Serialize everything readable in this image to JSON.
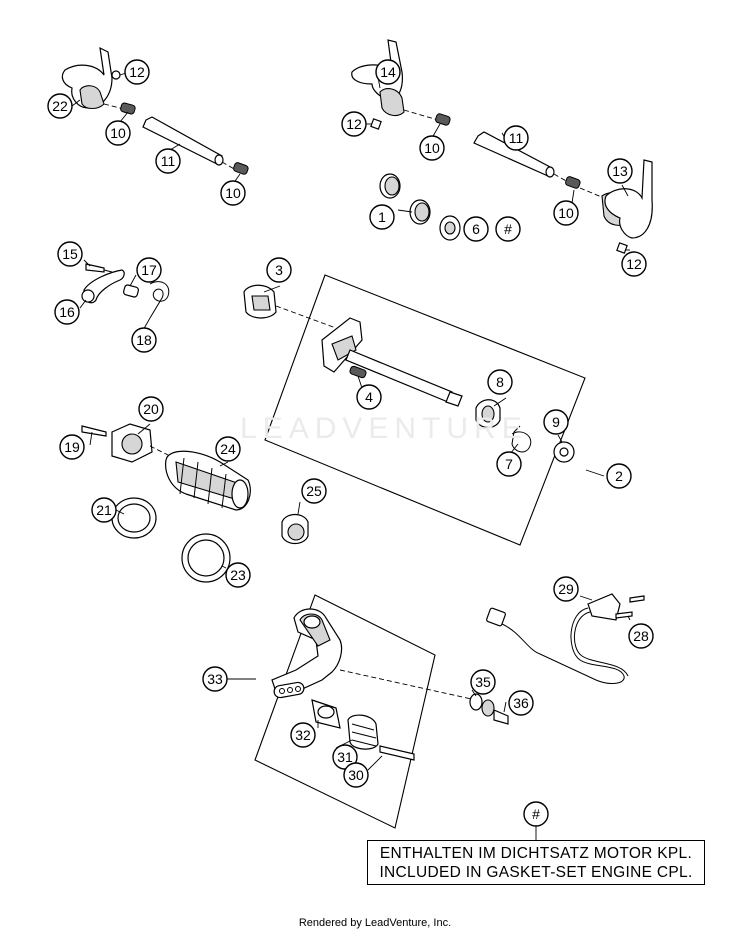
{
  "callouts": {
    "c1": "1",
    "c2": "2",
    "c3": "3",
    "c4": "4",
    "c6": "6",
    "c_hash": "#",
    "c7": "7",
    "c8": "8",
    "c9": "9",
    "c10a": "10",
    "c10b": "10",
    "c10c": "10",
    "c10d": "10",
    "c11a": "11",
    "c11b": "11",
    "c12a": "12",
    "c12b": "12",
    "c12c": "12",
    "c13": "13",
    "c14": "14",
    "c15": "15",
    "c16": "16",
    "c17": "17",
    "c18": "18",
    "c19": "19",
    "c20": "20",
    "c21": "21",
    "c22": "22",
    "c23": "23",
    "c24": "24",
    "c25": "25",
    "c28": "28",
    "c29": "29",
    "c30": "30",
    "c31": "31",
    "c32": "32",
    "c33": "33",
    "c35": "35",
    "c36": "36",
    "c_hash2": "#"
  },
  "note": {
    "line1": "ENTHALTEN IM DICHTSATZ MOTOR KPL.",
    "line2": "INCLUDED IN GASKET-SET ENGINE CPL."
  },
  "watermark": "LEADVENTURE",
  "footer": "Rendered by LeadVenture, Inc."
}
